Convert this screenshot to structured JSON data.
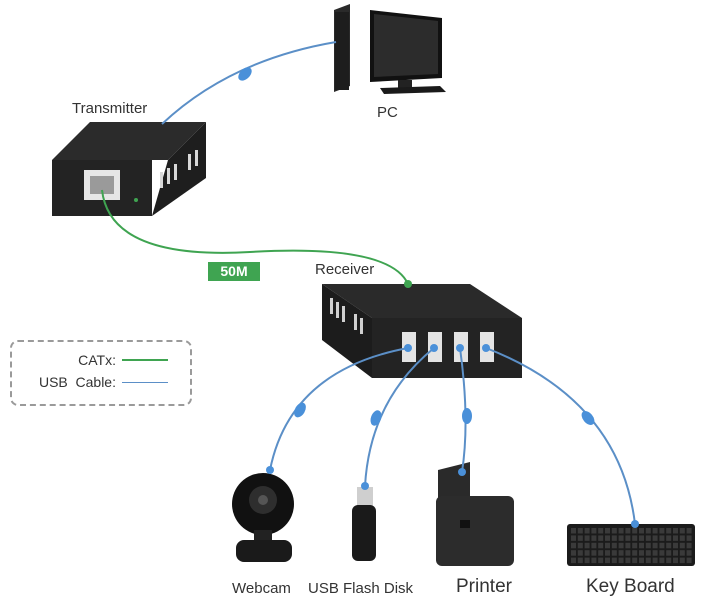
{
  "diagram": {
    "title": "USB over CATx Extender Connection",
    "nodes": {
      "pc": {
        "label": "PC"
      },
      "transmitter": {
        "label": "Transmitter"
      },
      "receiver": {
        "label": "Receiver"
      },
      "webcam": {
        "label": "Webcam"
      },
      "flash_disk": {
        "label": "USB Flash Disk"
      },
      "printer": {
        "label": "Printer"
      },
      "keyboard": {
        "label": "Key Board"
      }
    },
    "link_distance": "50M",
    "legend": {
      "catx_label": "CATx:",
      "usb_label": "USB  Cable:",
      "catx_color": "#3fa451",
      "usb_color": "#5b8fc7"
    },
    "edges": [
      {
        "from": "Transmitter",
        "to": "PC",
        "type": "USB Cable"
      },
      {
        "from": "Transmitter",
        "to": "Receiver",
        "type": "CATx"
      },
      {
        "from": "Receiver",
        "to": "Webcam",
        "type": "USB Cable"
      },
      {
        "from": "Receiver",
        "to": "USB Flash Disk",
        "type": "USB Cable"
      },
      {
        "from": "Receiver",
        "to": "Printer",
        "type": "USB Cable"
      },
      {
        "from": "Receiver",
        "to": "Key Board",
        "type": "USB Cable"
      }
    ]
  }
}
